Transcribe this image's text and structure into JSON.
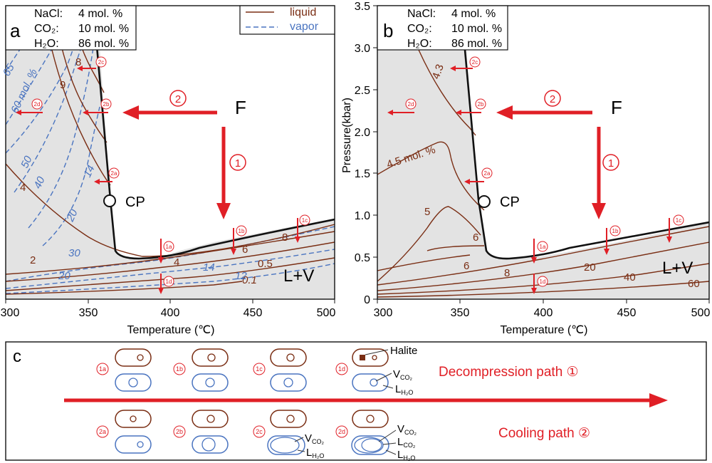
{
  "colors": {
    "liquid": "#7a2e14",
    "vapor": "#4a74c0",
    "arrow": "#e01f26",
    "fill": "#e3e3e3",
    "critical": "#111111"
  },
  "panel_a": {
    "letter": "a",
    "composition": [
      {
        "name": "NaCl:",
        "value": "4 mol. %"
      },
      {
        "name": "CO₂:",
        "value": "10 mol. %"
      },
      {
        "name": "H₂O:",
        "value": "86 mol. %"
      }
    ],
    "legend": {
      "liquid": "liquid",
      "vapor": "vapor"
    },
    "x_label": "Temperature (℃)",
    "x_ticks": [
      "300",
      "350",
      "400",
      "450",
      "500"
    ],
    "cp": "CP",
    "fluid": "F",
    "region": "L+V",
    "liquid_labels": [
      "2",
      "4",
      "0.5",
      "0.1",
      "4",
      "6",
      "8",
      "9",
      "8"
    ],
    "vapor_labels": [
      "65",
      "60 mol. %",
      "50",
      "40",
      "20",
      "30",
      "20",
      "14",
      "12",
      "14"
    ],
    "path1": "1",
    "path2": "2",
    "markers": [
      "2a",
      "2b",
      "2c",
      "2d",
      "1a",
      "1b",
      "1c",
      "1d"
    ]
  },
  "panel_b": {
    "letter": "b",
    "composition": [
      {
        "name": "NaCl:",
        "value": "4 mol. %"
      },
      {
        "name": "CO₂:",
        "value": "10 mol. %"
      },
      {
        "name": "H₂O:",
        "value": "86 mol. %"
      }
    ],
    "y_label": "Pressure(kbar)",
    "y_ticks": [
      "0",
      "0.5",
      "1.0",
      "1.5",
      "2.0",
      "2.5",
      "3.0",
      "3.5"
    ],
    "x_label": "Temperature (℃)",
    "x_ticks": [
      "300",
      "350",
      "400",
      "450",
      "500"
    ],
    "cp": "CP",
    "fluid": "F",
    "region": "L+V",
    "liquid_labels": [
      "4.3",
      "4.5 mol. %",
      "5",
      "6",
      "6",
      "8",
      "20",
      "40",
      "60"
    ],
    "path1": "1",
    "path2": "2",
    "markers": [
      "2a",
      "2b",
      "2c",
      "2d",
      "1a",
      "1b",
      "1c",
      "1d"
    ]
  },
  "panel_c": {
    "letter": "c",
    "decompression_label": "Decompression path ①",
    "cooling_label": "Cooling path ②",
    "halite": "Halite",
    "row1_markers": [
      "1a",
      "1b",
      "1c",
      "1d"
    ],
    "row2_markers": [
      "2a",
      "2b",
      "2c",
      "2d"
    ],
    "v_co2": {
      "main": "V",
      "sub": "CO₂"
    },
    "l_h2o": {
      "main": "L",
      "sub": "H₂O"
    },
    "l_co2": {
      "main": "L",
      "sub": "CO₂"
    }
  }
}
